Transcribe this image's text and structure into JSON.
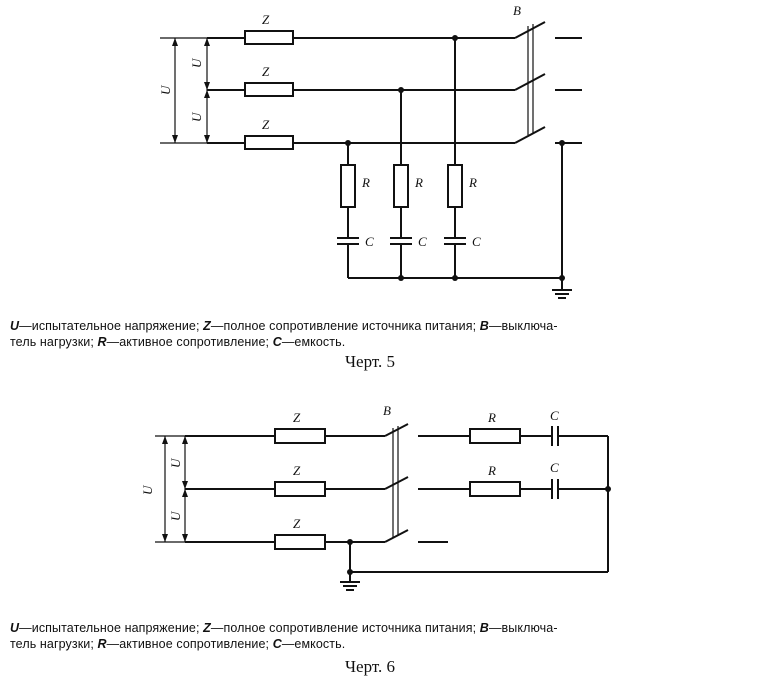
{
  "figure5": {
    "labels": {
      "z": "Z",
      "r": "R",
      "c": "C",
      "b": "B",
      "u": "U"
    },
    "caption": {
      "u_sym": "U",
      "u_text": "—испытательное напряжение;",
      "z_sym": "Z",
      "z_text": "—полное сопротивление источника питания;",
      "b_sym": "B",
      "b_text": "—выключа-",
      "line2_text": "тель нагрузки;",
      "r_sym": "R",
      "r_text": "—активное сопротивление;",
      "c_sym": "C",
      "c_text": "—емкость."
    },
    "title": "Черт. 5"
  },
  "figure6": {
    "labels": {
      "z": "Z",
      "r": "R",
      "c": "C",
      "b": "B",
      "u": "U"
    },
    "caption": {
      "u_sym": "U",
      "u_text": "—испытательное напряжение;",
      "z_sym": "Z",
      "z_text": "—полное сопротивление источника питания;",
      "b_sym": "B",
      "b_text": "—выключа-",
      "line2_text": "тель нагрузки;",
      "r_sym": "R",
      "r_text": "—активное сопротивление;",
      "c_sym": "C",
      "c_text": "—емкость."
    },
    "title": "Черт. 6"
  }
}
